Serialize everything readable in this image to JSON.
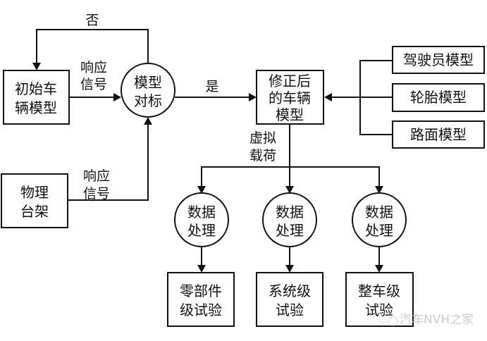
{
  "diagram": {
    "nodes": {
      "initial_model": {
        "lines": [
          "初始车",
          "辆模型"
        ],
        "shape": "rect"
      },
      "model_benchmark": {
        "lines": [
          "模型",
          "对标"
        ],
        "shape": "circle"
      },
      "corrected_model": {
        "lines": [
          "修正后",
          "的车辆",
          "模型"
        ],
        "shape": "rect"
      },
      "driver_model": {
        "lines": [
          "驾驶员模型"
        ],
        "shape": "rect"
      },
      "tire_model": {
        "lines": [
          "轮胎模型"
        ],
        "shape": "rect"
      },
      "road_model": {
        "lines": [
          "路面模型"
        ],
        "shape": "rect"
      },
      "physical_rig": {
        "lines": [
          "物理",
          "台架"
        ],
        "shape": "rect"
      },
      "data_processing_1": {
        "lines": [
          "数据",
          "处理"
        ],
        "shape": "circle"
      },
      "data_processing_2": {
        "lines": [
          "数据",
          "处理"
        ],
        "shape": "circle"
      },
      "data_processing_3": {
        "lines": [
          "数据",
          "处理"
        ],
        "shape": "circle"
      },
      "component_test": {
        "lines": [
          "零部件",
          "级试验"
        ],
        "shape": "rect"
      },
      "system_test": {
        "lines": [
          "系统级",
          "试验"
        ],
        "shape": "rect"
      },
      "vehicle_test": {
        "lines": [
          "整车级",
          "试验"
        ],
        "shape": "rect"
      }
    },
    "edge_labels": {
      "no": "否",
      "yes": "是",
      "response_top": [
        "响应",
        "信号"
      ],
      "response_bottom": [
        "响应",
        "信号"
      ],
      "virtual_load": [
        "虚拟",
        "载荷"
      ]
    },
    "edges": [
      {
        "from": "initial_model",
        "to": "model_benchmark",
        "label": "response_top"
      },
      {
        "from": "physical_rig",
        "to": "model_benchmark",
        "label": "response_bottom"
      },
      {
        "from": "model_benchmark",
        "to": "initial_model",
        "label": "no"
      },
      {
        "from": "model_benchmark",
        "to": "corrected_model",
        "label": "yes"
      },
      {
        "from": "driver_model",
        "to": "corrected_model"
      },
      {
        "from": "tire_model",
        "to": "corrected_model"
      },
      {
        "from": "road_model",
        "to": "corrected_model"
      },
      {
        "from": "corrected_model",
        "to": "data_processing_1",
        "label": "virtual_load"
      },
      {
        "from": "corrected_model",
        "to": "data_processing_2",
        "label": "virtual_load"
      },
      {
        "from": "corrected_model",
        "to": "data_processing_3",
        "label": "virtual_load"
      },
      {
        "from": "data_processing_1",
        "to": "component_test"
      },
      {
        "from": "data_processing_2",
        "to": "system_test"
      },
      {
        "from": "data_processing_3",
        "to": "vehicle_test"
      }
    ]
  },
  "watermark": {
    "icon": "wechat-logo-icon",
    "text": "汽车NVH之家"
  }
}
